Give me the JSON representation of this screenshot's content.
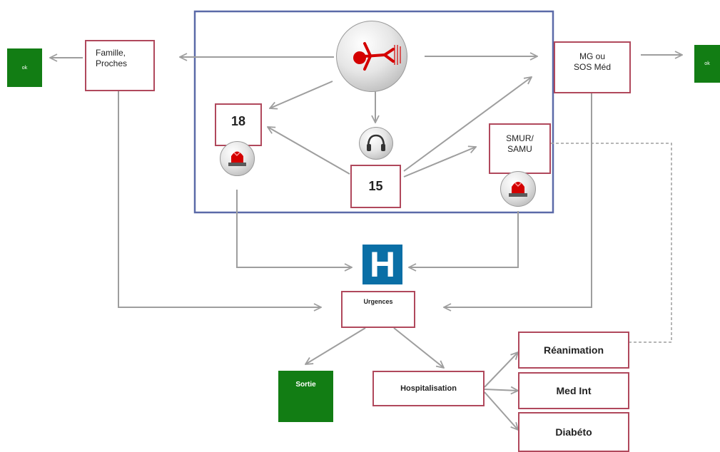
{
  "nodes": {
    "famille": "Famille,\nProches",
    "mg": "MG ou\nSOS Méd",
    "n18": "18",
    "n15": "15",
    "smur": "SMUR/\nSAMU",
    "urgences": "Urgences",
    "sortie": "Sortie",
    "hospitalisation": "Hospitalisation",
    "reanimation": "Réanimation",
    "medint": "Med Int",
    "diabeto": "Diabéto",
    "ok_left": "ok",
    "ok_right": "ok",
    "hospital_letter": "H"
  },
  "colors": {
    "border": "#b0485c",
    "frame": "#5b6aa8",
    "arrow": "#9e9e9e",
    "green": "#127d14",
    "hospital_blue": "#0a6fa6",
    "siren_red": "#d40000"
  },
  "icons": {
    "patient": "patient-figure-icon",
    "headset": "headset-icon",
    "siren": "siren-icon",
    "hospital": "hospital-sign-icon"
  }
}
